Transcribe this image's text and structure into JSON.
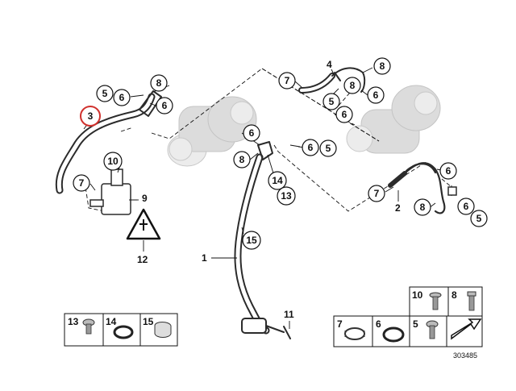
{
  "callouts": {
    "c1": "1",
    "c2": "2",
    "c3": "3",
    "c4": "4",
    "c5": "5",
    "c6": "6",
    "c7": "7",
    "c8": "8",
    "c9": "9",
    "c10": "10",
    "c11": "11",
    "c12": "12",
    "c13": "13",
    "c14": "14",
    "c15": "15"
  },
  "legend_left": [
    "13",
    "14",
    "15"
  ],
  "legend_right_top": [
    "10",
    "8"
  ],
  "legend_right_bottom": [
    "7",
    "6",
    "5"
  ],
  "diagram_code": "303485",
  "colors": {
    "highlight": "#d0312d",
    "ink": "#111111"
  }
}
